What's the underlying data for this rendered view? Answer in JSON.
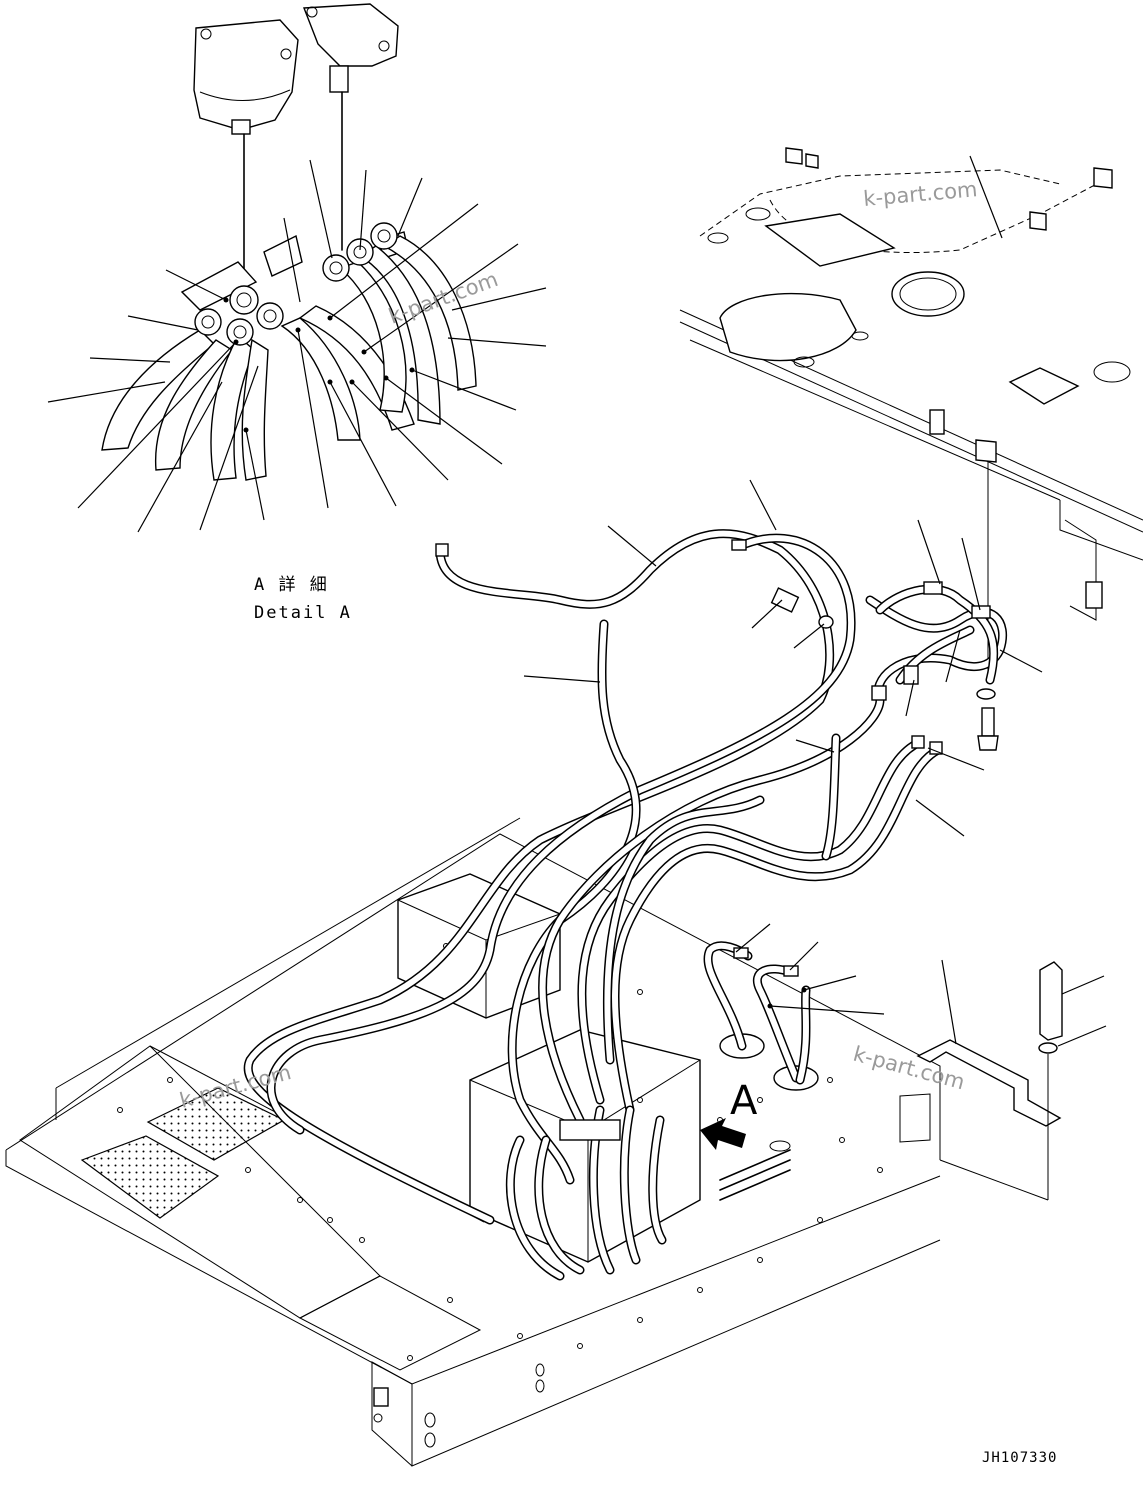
{
  "detail": {
    "label_jp": "A 詳 細",
    "label_en": "Detail A"
  },
  "view_marker": "A",
  "watermarks": [
    "k-part.com",
    "k-part.com",
    "k-part.com",
    "k-part.com"
  ],
  "drawing_code": "JH107330"
}
